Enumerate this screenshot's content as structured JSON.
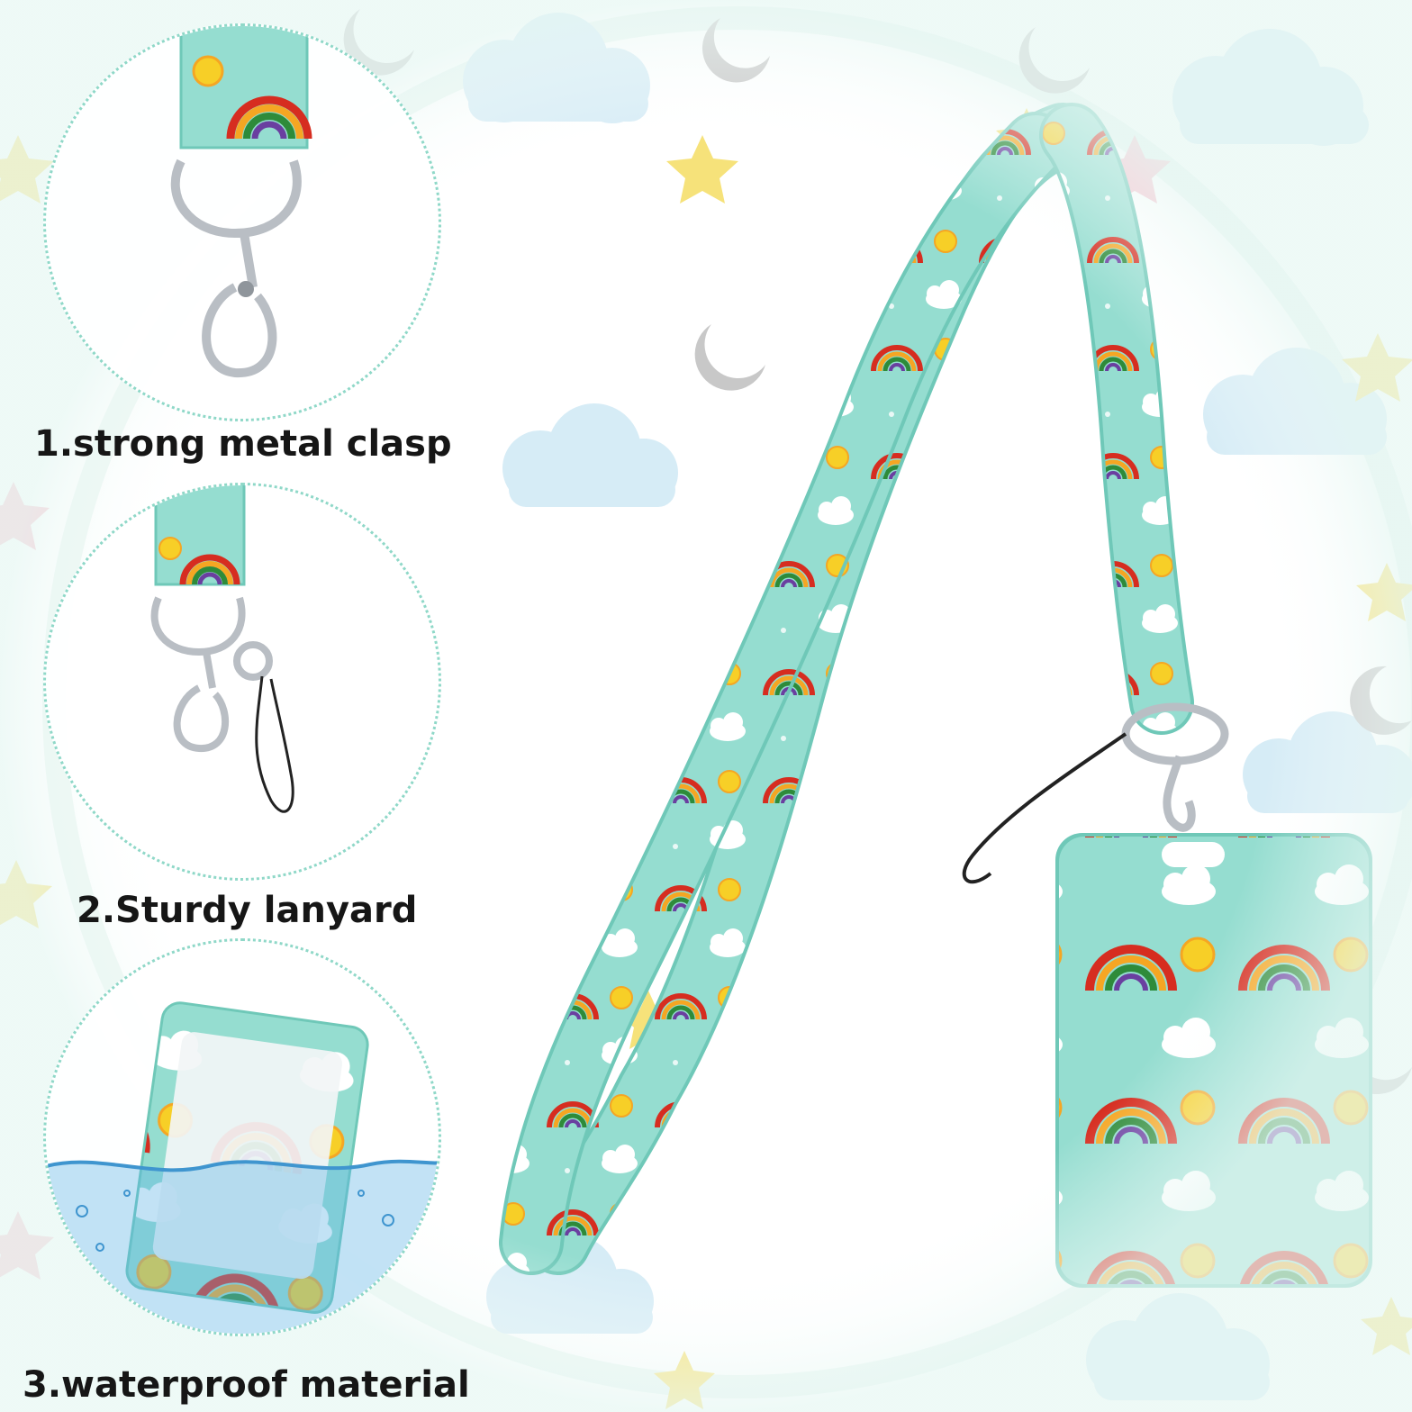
{
  "captions": [
    "1.strong metal clasp",
    "2.Sturdy lanyard",
    "3.waterproof material"
  ],
  "colors": {
    "ribbon": "#95ddd0",
    "ribbon_edge": "#6fc8b8",
    "rainbow": [
      "#d62d20",
      "#f5a623",
      "#2e8b3a",
      "#6a3fa0"
    ],
    "sun": "#f7cf27",
    "cloud": "#ffffff",
    "metal": "#b9bec4",
    "water": "#5fb3e6",
    "bg_cloud": "#d6ecf6",
    "bg_star_yellow": "#f6e27a",
    "bg_star_pink": "#f6c3cf",
    "bg_moon": "#c8c8c8"
  },
  "icons": [
    "cloud-icon",
    "star-icon",
    "moon-icon",
    "rainbow-icon",
    "sun-icon",
    "clasp-icon"
  ]
}
